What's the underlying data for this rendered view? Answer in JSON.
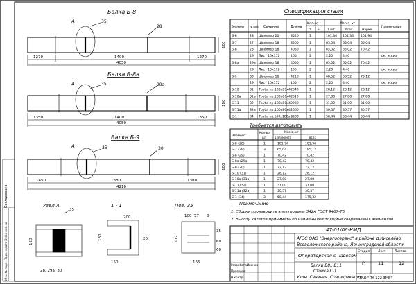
{
  "beams": [
    {
      "title": "Балка Б-8",
      "callout": "А",
      "mark_a": "35",
      "mark_b": "28",
      "height": "180",
      "dims_lower": [
        "1270",
        "1400",
        "1270"
      ],
      "dim_total": "4050"
    },
    {
      "title": "Балка Б-8а",
      "callout": "А",
      "mark_a": "35",
      "mark_b": "29а",
      "height": "180",
      "dims_lower": [
        "1350",
        "1400",
        "1350"
      ],
      "dim_total": "4050"
    },
    {
      "title": "Балка Б-9",
      "callout": "А",
      "mark_a": "35",
      "mark_b": "30",
      "height": "180",
      "dims_lower": [
        "1450",
        "1380",
        "1380"
      ],
      "dim_total": "4210"
    }
  ],
  "steel_spec": {
    "title": "Спецификация стали",
    "headers": {
      "element": "Элемент",
      "pos": "№ поз.",
      "section": "Сечение",
      "length": "Длина",
      "qty": "Кол-во",
      "qty_t": "т",
      "qty_n": "н",
      "mass": "Масса, кг",
      "mass_unit": "1 шт",
      "mass_all": "всех",
      "mass_element": "марки",
      "note": "Примечание"
    },
    "rows": [
      [
        "Б-8",
        "28",
        "Швеллер 20",
        "3540",
        "1",
        "",
        "101,34",
        "101,34",
        "101,94",
        ""
      ],
      [
        "Б-7",
        "27",
        "Швеллер 18",
        "3500",
        "1",
        "",
        "65,04",
        "65,04",
        "65,04",
        ""
      ],
      [
        "Б-8",
        "28",
        "Швеллер 18",
        "4050",
        "1",
        "",
        "65,02",
        "65,02",
        "70,42",
        ""
      ],
      [
        "",
        "29",
        "Лист 10x172",
        "165",
        "2",
        "",
        "2,20",
        "4,40",
        "",
        "см. эскиз"
      ],
      [
        "Б-8а",
        "29а",
        "Швеллер 18",
        "4050",
        "1",
        "",
        "65,02",
        "65,02",
        "70,42",
        ""
      ],
      [
        "",
        "29",
        "Лист 10x172",
        "165",
        "2",
        "",
        "2,20",
        "4,40",
        "",
        "см. эскиз"
      ],
      [
        "Б-9",
        "30",
        "Швеллер 18",
        "4210",
        "1",
        "",
        "68,52",
        "68,52",
        "73,12",
        ""
      ],
      [
        "",
        "29",
        "Лист 10x172",
        "165",
        "2",
        "",
        "2,20",
        "4,40",
        "",
        "см. эскиз"
      ],
      [
        "Б-10",
        "31",
        "Труба пр.100x80x4",
        "2640",
        "1",
        "",
        "28,12",
        "28,12",
        "28,12",
        ""
      ],
      [
        "Б-10а",
        "31а",
        "Труба пр.100x80x4",
        "2610",
        "1",
        "",
        "27,80",
        "27,80",
        "27,80",
        ""
      ],
      [
        "Б-11",
        "32",
        "Труба пр.100x80x4",
        "2930",
        "1",
        "",
        "31,00",
        "31,00",
        "31,00",
        ""
      ],
      [
        "Б-11а",
        "32а",
        "Труба пр.100x80x4",
        "2660",
        "1",
        "",
        "30,57",
        "30,57",
        "30,57",
        ""
      ],
      [
        "С-1",
        "34",
        "Труба кв.100x100x6",
        "3900",
        "1",
        "",
        "58,44",
        "58,44",
        "58,44",
        ""
      ]
    ]
  },
  "required_spec": {
    "title": "Требуется изготовить",
    "headers": {
      "element": "Элемент",
      "qty": "Кол-во",
      "qty_sub": "шт",
      "mass": "Масса, кг",
      "mass_unit": "1 элемента",
      "mass_all": "всех"
    },
    "rows": [
      [
        "Б-8 (28)",
        "1",
        "101,94",
        "101,94"
      ],
      [
        "Б-7 (29)",
        "3",
        "65,04",
        "195,12"
      ],
      [
        "Б-8 (29)",
        "1",
        "70,42",
        "70,42"
      ],
      [
        "Б-8а (29а)",
        "1",
        "70,42",
        "70,42"
      ],
      [
        "Б-9 (30)",
        "1",
        "73,12",
        "73,12"
      ],
      [
        "Б-10 (31)",
        "1",
        "28,12",
        "28,12"
      ],
      [
        "Б-10а (31а)",
        "1",
        "27,80",
        "27,80"
      ],
      [
        "Б-11 (32)",
        "1",
        "31,00",
        "31,00"
      ],
      [
        "Б-11а (32а)",
        "1",
        "30,57",
        "30,57"
      ],
      [
        "С-1 (34)",
        "3",
        "58,44",
        "175,32"
      ]
    ]
  },
  "notes": {
    "title": "Примечание",
    "items": [
      "1. Сборку производить электродами Э42А ГОСТ 9467-75",
      "2. Высоту катетов принимать по наименьшей толщине свариваемых элементов"
    ]
  },
  "details": {
    "node_title": "Узел А",
    "node_labels": [
      "35",
      "28, 29а, 30",
      "160"
    ],
    "section_title": "1 - 1",
    "section_labels": [
      "180",
      "200",
      "20",
      "150"
    ],
    "pos_title": "Поз. 35",
    "pos_labels": [
      "100",
      "57",
      "8",
      "165",
      "172",
      "35",
      "60",
      "60"
    ]
  },
  "side_labels": {
    "agreed": "Согласовано",
    "inv": "Инв. № подл.  Подп. и дата  Взам. инв. №"
  },
  "title_block": {
    "doc_code": "47-01/06-КМД",
    "object_line1": "АГЗС ОАО \"Энергосервис\" в районе д.Киселёво",
    "object_line2": "Всеволожского района, Ленинградской области",
    "sheet_title": "Операторская с навесом",
    "drawing_title_1": "Балки Б8...Б11",
    "drawing_title_2": "Стойка С-1",
    "drawing_title_3": "Узлы. Сечения. Спецификация",
    "stage_h": "Стадия",
    "sheet_h": "Лист",
    "sheets_h": "Листов",
    "stage": "Р",
    "sheet": "11",
    "sheets": "12",
    "company": "ЗАО \"ПК 122 ЗМВ\"",
    "roles": [
      "Разработал",
      "Проверил",
      "Н.контр.",
      "Утвердил"
    ],
    "signatures": [
      "Иванов",
      "",
      "",
      ""
    ]
  }
}
